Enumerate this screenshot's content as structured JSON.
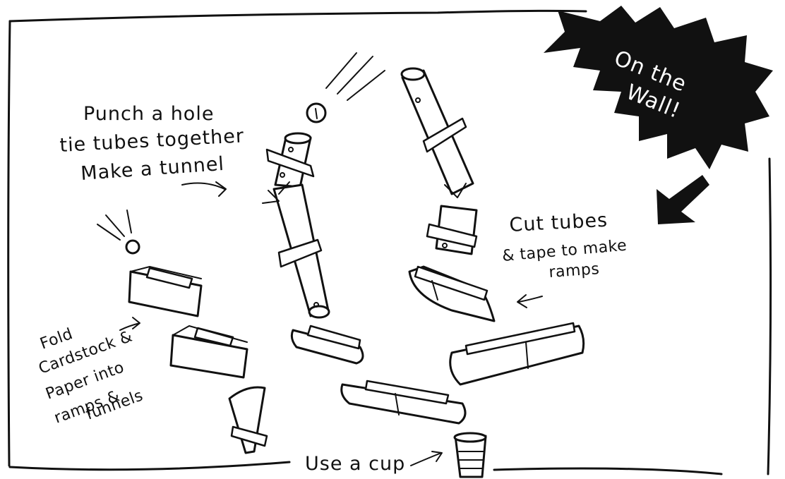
{
  "burst": {
    "line1": "On the",
    "line2": "Wall!"
  },
  "notes": {
    "tunnel": [
      "Punch a hole",
      "tie tubes together",
      "Make a tunnel"
    ],
    "ramps": [
      "Cut tubes",
      "& tape to make",
      "ramps"
    ],
    "fold": [
      "Fold",
      "Cardstock &",
      "Paper into",
      "ramps &",
      "funnels"
    ],
    "cup": "Use a cup"
  },
  "colors": {
    "ink": "#111111",
    "paper": "#ffffff"
  }
}
